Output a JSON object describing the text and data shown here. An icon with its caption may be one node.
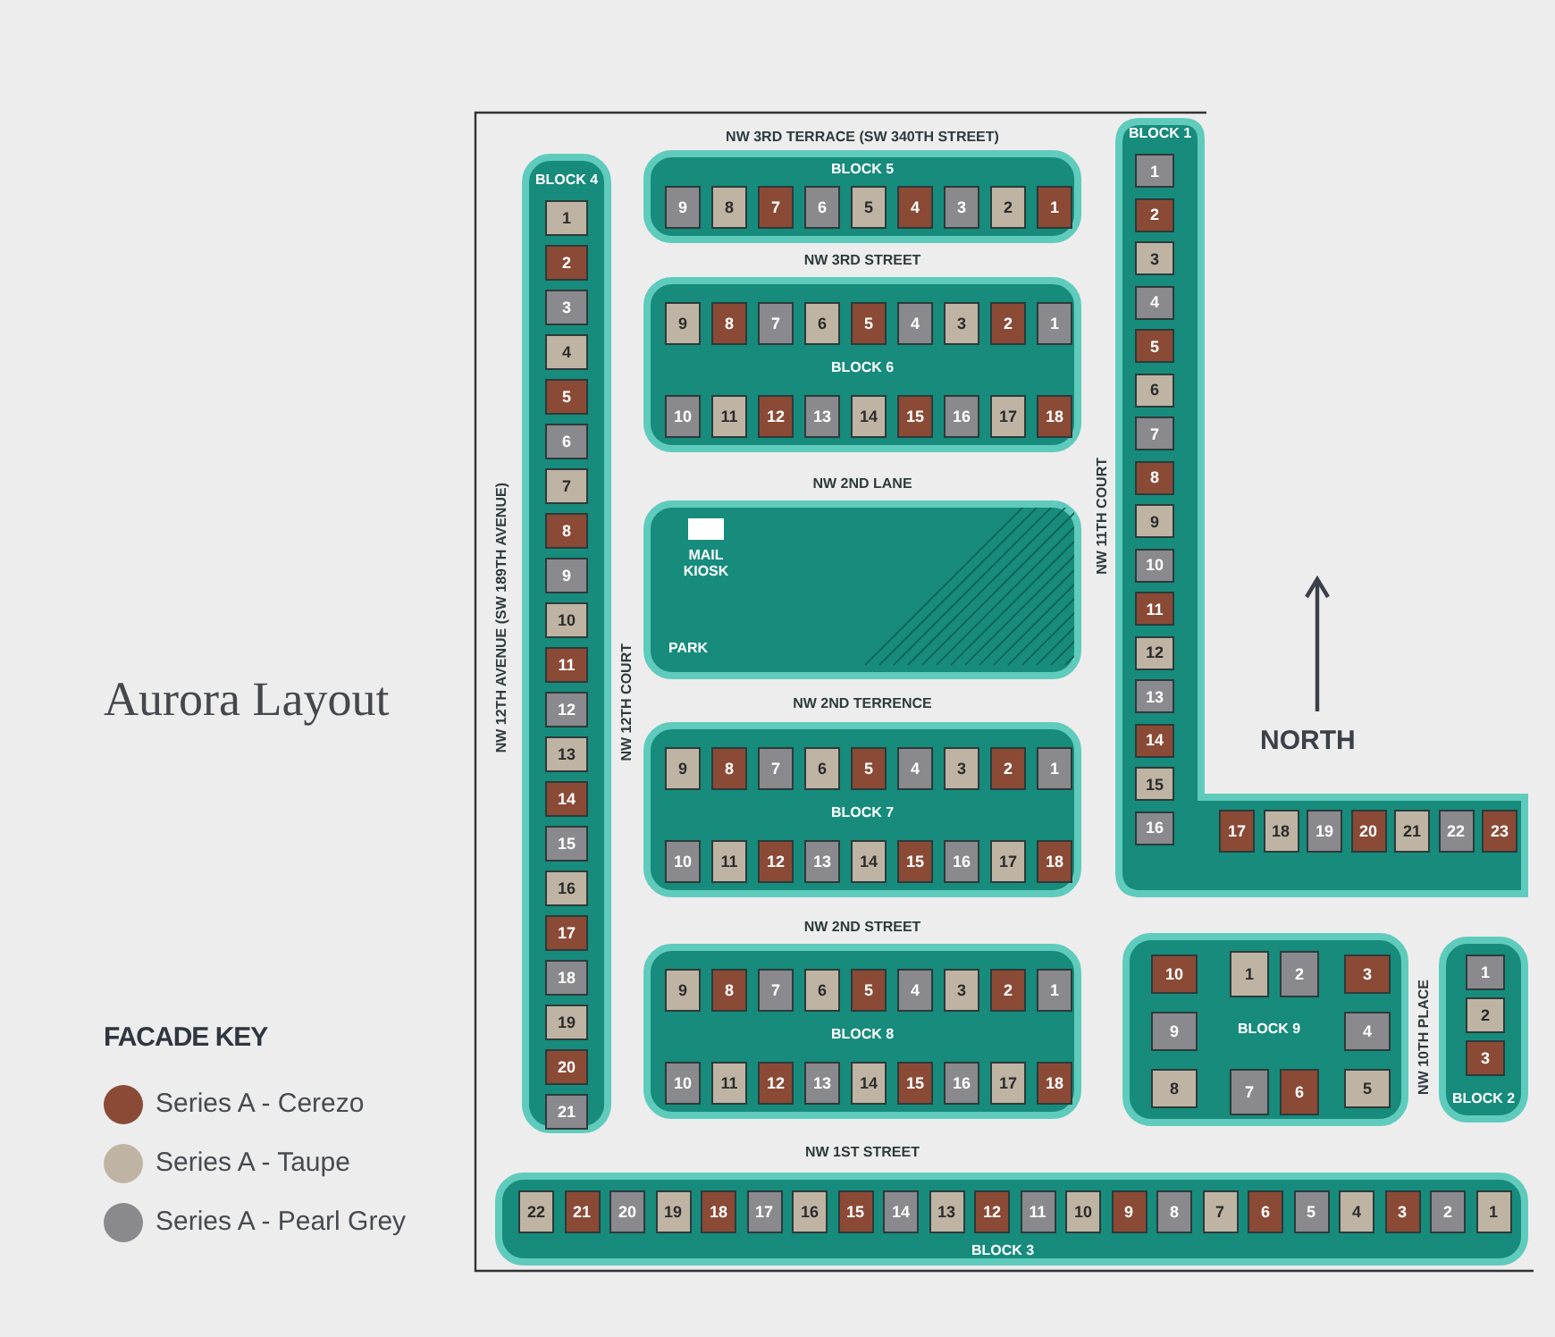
{
  "diagram": {
    "title": "Aurora Layout",
    "nodes": [
      {
        "text": [
          "BLOCK 4"
        ]
      },
      {
        "text": [
          "1"
        ],
        "in": 0
      },
      {
        "text": [
          "2"
        ],
        "in": 0
      },
      {
        "text": [
          "3"
        ],
        "in": 0
      },
      {
        "text": [
          "4"
        ],
        "in": 0
      },
      {
        "text": [
          "5"
        ],
        "in": 0
      },
      {
        "text": [
          "6"
        ],
        "in": 0
      },
      {
        "text": [
          "7"
        ],
        "in": 0
      },
      {
        "text": [
          "8"
        ],
        "in": 0
      },
      {
        "text": [
          "9"
        ],
        "in": 0
      },
      {
        "text": [
          "10"
        ],
        "in": 0
      },
      {
        "text": [
          "11"
        ],
        "in": 0
      },
      {
        "text": [
          "12"
        ],
        "in": 0
      },
      {
        "text": [
          "13"
        ],
        "in": 0
      },
      {
        "text": [
          "14"
        ],
        "in": 0
      },
      {
        "text": [
          "15"
        ],
        "in": 0
      },
      {
        "text": [
          "16"
        ],
        "in": 0
      },
      {
        "text": [
          "17"
        ],
        "in": 0
      },
      {
        "text": [
          "18"
        ],
        "in": 0
      },
      {
        "text": [
          "19"
        ],
        "in": 0
      },
      {
        "text": [
          "20"
        ],
        "in": 0
      },
      {
        "text": [
          "21"
        ],
        "in": 0
      },
      {
        "text": [
          "BLOCK 5"
        ]
      },
      {
        "text": [
          "9"
        ],
        "in": 22
      },
      {
        "text": [
          "8"
        ],
        "in": 22
      },
      {
        "text": [
          "7"
        ],
        "in": 22
      },
      {
        "text": [
          "6"
        ],
        "in": 22
      },
      {
        "text": [
          "5"
        ],
        "in": 22
      },
      {
        "text": [
          "4"
        ],
        "in": 22
      },
      {
        "text": [
          "3"
        ],
        "in": 22
      },
      {
        "text": [
          "2"
        ],
        "in": 22
      },
      {
        "text": [
          "1"
        ],
        "in": 22
      },
      {
        "text": [
          "BLOCK 6"
        ]
      },
      {
        "text": [
          "9"
        ],
        "in": 32
      },
      {
        "text": [
          "8"
        ],
        "in": 32
      },
      {
        "text": [
          "7"
        ],
        "in": 32
      },
      {
        "text": [
          "6"
        ],
        "in": 32
      },
      {
        "text": [
          "5"
        ],
        "in": 32
      },
      {
        "text": [
          "4"
        ],
        "in": 32
      },
      {
        "text": [
          "3"
        ],
        "in": 32
      },
      {
        "text": [
          "2"
        ],
        "in": 32
      },
      {
        "text": [
          "1"
        ],
        "in": 32
      },
      {
        "text": [
          "10"
        ],
        "in": 32
      },
      {
        "text": [
          "11"
        ],
        "in": 32
      },
      {
        "text": [
          "12"
        ],
        "in": 32
      },
      {
        "text": [
          "13"
        ],
        "in": 32
      },
      {
        "text": [
          "14"
        ],
        "in": 32
      },
      {
        "text": [
          "15"
        ],
        "in": 32
      },
      {
        "text": [
          "16"
        ],
        "in": 32
      },
      {
        "text": [
          "17"
        ],
        "in": 32
      },
      {
        "text": [
          "18"
        ],
        "in": 32
      },
      {
        "text": [
          "BLOCK 1"
        ]
      },
      {
        "text": [
          "1"
        ],
        "in": 51
      },
      {
        "text": [
          "2"
        ],
        "in": 51
      },
      {
        "text": [
          "3"
        ],
        "in": 51
      },
      {
        "text": [
          "4"
        ],
        "in": 51
      },
      {
        "text": [
          "5"
        ],
        "in": 51
      },
      {
        "text": [
          "6"
        ],
        "in": 51
      },
      {
        "text": [
          "7"
        ],
        "in": 51
      },
      {
        "text": [
          "8"
        ],
        "in": 51
      },
      {
        "text": [
          "9"
        ],
        "in": 51
      },
      {
        "text": [
          "10"
        ],
        "in": 51
      },
      {
        "text": [
          "11"
        ],
        "in": 51
      },
      {
        "text": [
          "12"
        ],
        "in": 51
      },
      {
        "text": [
          "13"
        ],
        "in": 51
      },
      {
        "text": [
          "14"
        ],
        "in": 51
      },
      {
        "text": [
          "15"
        ],
        "in": 51
      },
      {
        "text": [
          "16"
        ],
        "in": 51
      },
      {
        "text": [
          "17"
        ],
        "in": 51
      },
      {
        "text": [
          "18"
        ],
        "in": 51
      },
      {
        "text": [
          "19"
        ],
        "in": 51
      },
      {
        "text": [
          "20"
        ],
        "in": 51
      },
      {
        "text": [
          "21"
        ],
        "in": 51
      },
      {
        "text": [
          "22"
        ],
        "in": 51
      },
      {
        "text": [
          "23"
        ],
        "in": 51
      },
      {
        "text": [
          "PARK"
        ]
      },
      {
        "text": [
          "MAIL KIOSK"
        ],
        "in": 75
      },
      {
        "text": [
          "BLOCK 7"
        ]
      },
      {
        "text": [
          "9"
        ],
        "in": 77
      },
      {
        "text": [
          "8"
        ],
        "in": 77
      },
      {
        "text": [
          "7"
        ],
        "in": 77
      },
      {
        "text": [
          "6"
        ],
        "in": 77
      },
      {
        "text": [
          "5"
        ],
        "in": 77
      },
      {
        "text": [
          "4"
        ],
        "in": 77
      },
      {
        "text": [
          "3"
        ],
        "in": 77
      },
      {
        "text": [
          "2"
        ],
        "in": 77
      },
      {
        "text": [
          "1"
        ],
        "in": 77
      },
      {
        "text": [
          "10"
        ],
        "in": 77
      },
      {
        "text": [
          "11"
        ],
        "in": 77
      },
      {
        "text": [
          "12"
        ],
        "in": 77
      },
      {
        "text": [
          "13"
        ],
        "in": 77
      },
      {
        "text": [
          "14"
        ],
        "in": 77
      },
      {
        "text": [
          "15"
        ],
        "in": 77
      },
      {
        "text": [
          "16"
        ],
        "in": 77
      },
      {
        "text": [
          "17"
        ],
        "in": 77
      },
      {
        "text": [
          "18"
        ],
        "in": 77
      },
      {
        "text": [
          "BLOCK 8"
        ]
      },
      {
        "text": [
          "9"
        ],
        "in": 96
      },
      {
        "text": [
          "8"
        ],
        "in": 96
      },
      {
        "text": [
          "7"
        ],
        "in": 96
      },
      {
        "text": [
          "6"
        ],
        "in": 96
      },
      {
        "text": [
          "5"
        ],
        "in": 96
      },
      {
        "text": [
          "4"
        ],
        "in": 96
      },
      {
        "text": [
          "3"
        ],
        "in": 96
      },
      {
        "text": [
          "2"
        ],
        "in": 96
      },
      {
        "text": [
          "1"
        ],
        "in": 96
      },
      {
        "text": [
          "10"
        ],
        "in": 96
      },
      {
        "text": [
          "11"
        ],
        "in": 96
      },
      {
        "text": [
          "12"
        ],
        "in": 96
      },
      {
        "text": [
          "13"
        ],
        "in": 96
      },
      {
        "text": [
          "14"
        ],
        "in": 96
      },
      {
        "text": [
          "15"
        ],
        "in": 96
      },
      {
        "text": [
          "16"
        ],
        "in": 96
      },
      {
        "text": [
          "17"
        ],
        "in": 96
      },
      {
        "text": [
          "18"
        ],
        "in": 96
      },
      {
        "text": [
          "BLOCK 9"
        ]
      },
      {
        "text": [
          "10"
        ],
        "in": 115
      },
      {
        "text": [
          "1"
        ],
        "in": 115
      },
      {
        "text": [
          "2"
        ],
        "in": 115
      },
      {
        "text": [
          "3"
        ],
        "in": 115
      },
      {
        "text": [
          "9"
        ],
        "in": 115
      },
      {
        "text": [
          "4"
        ],
        "in": 115
      },
      {
        "text": [
          "8"
        ],
        "in": 115
      },
      {
        "text": [
          "7"
        ],
        "in": 115
      },
      {
        "text": [
          "6"
        ],
        "in": 115
      },
      {
        "text": [
          "5"
        ],
        "in": 115
      },
      {
        "text": [
          "BLOCK 2"
        ]
      },
      {
        "text": [
          "1"
        ],
        "in": 126
      },
      {
        "text": [
          "2"
        ],
        "in": 126
      },
      {
        "text": [
          "3"
        ],
        "in": 126
      },
      {
        "text": [
          "BLOCK 3"
        ]
      },
      {
        "text": [
          "22"
        ],
        "in": 130
      },
      {
        "text": [
          "21"
        ],
        "in": 130
      },
      {
        "text": [
          "20"
        ],
        "in": 130
      },
      {
        "text": [
          "19"
        ],
        "in": 130
      },
      {
        "text": [
          "18"
        ],
        "in": 130
      },
      {
        "text": [
          "17"
        ],
        "in": 130
      },
      {
        "text": [
          "16"
        ],
        "in": 130
      },
      {
        "text": [
          "15"
        ],
        "in": 130
      },
      {
        "text": [
          "14"
        ],
        "in": 130
      },
      {
        "text": [
          "13"
        ],
        "in": 130
      },
      {
        "text": [
          "12"
        ],
        "in": 130
      },
      {
        "text": [
          "11"
        ],
        "in": 130
      },
      {
        "text": [
          "10"
        ],
        "in": 130
      },
      {
        "text": [
          "9"
        ],
        "in": 130
      },
      {
        "text": [
          "8"
        ],
        "in": 130
      },
      {
        "text": [
          "7"
        ],
        "in": 130
      },
      {
        "text": [
          "6"
        ],
        "in": 130
      },
      {
        "text": [
          "5"
        ],
        "in": 130
      },
      {
        "text": [
          "4"
        ],
        "in": 130
      },
      {
        "text": [
          "3"
        ],
        "in": 130
      },
      {
        "text": [
          "2"
        ],
        "in": 130
      },
      {
        "text": [
          "1"
        ],
        "in": 130
      }
    ],
    "labels": [
      "NW 3RD TERRACE (SW 340TH STREET)",
      "NW 3RD STREET",
      "NW 12TH AVENUE (SW 189TH AVENUE)",
      "NW 12TH COURT",
      "NW 2ND LANE",
      "NW 11TH COURT",
      "NW 2ND TERRENCE",
      "NORTH",
      "NW 2ND STREET",
      "FACADE KEY",
      "NW 10TH PLACE",
      "NW 1ST STREET"
    ],
    "legend": [
      {
        "text": "Series A - Cerezo",
        "color": "#8b4a36"
      },
      {
        "text": "Series A - Taupe",
        "color": "#bfb4a3"
      },
      {
        "text": "Series A - Pearl Grey",
        "color": "#8a898e"
      }
    ]
  }
}
